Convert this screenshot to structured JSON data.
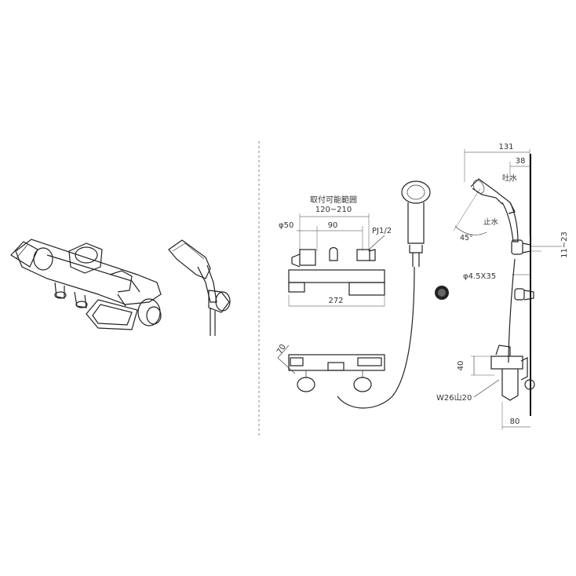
{
  "dimensions": {
    "mount_range_title": "取付可能範囲",
    "mount_range": "120~210",
    "pipe_diameter": "φ50",
    "center_spacing": "90",
    "pipe_thread": "PJ1/2",
    "overall_width": "272",
    "depth_top": "70",
    "total_depth": "131",
    "shower_offset": "38",
    "outlet_label": "吐水",
    "stop_label": "止水",
    "angle": "45°",
    "wall_range": "11~23",
    "screw_spec": "φ4.5X35",
    "height_40": "40",
    "thread_spec": "W26山20",
    "side_80": "80"
  }
}
